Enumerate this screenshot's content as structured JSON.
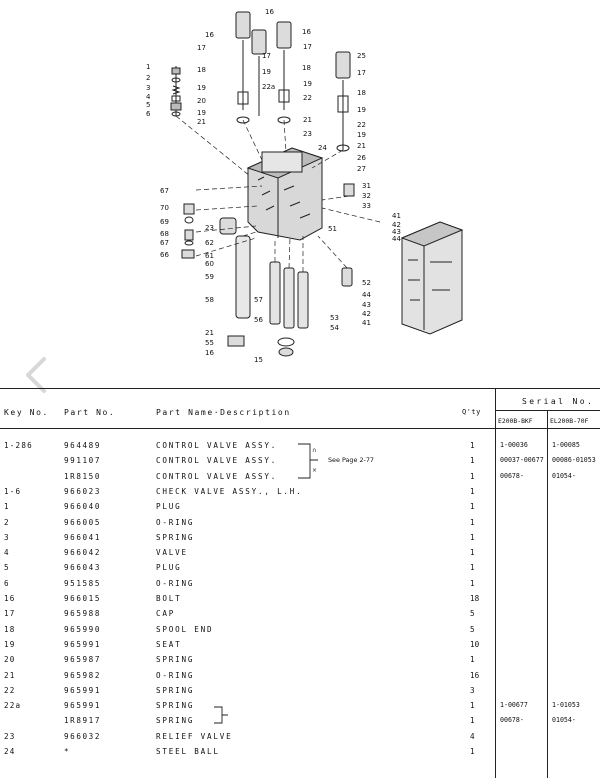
{
  "diagram": {
    "callouts": [
      "16",
      "16",
      "16",
      "17",
      "17",
      "17",
      "18",
      "18",
      "19",
      "19",
      "19",
      "19",
      "20",
      "21",
      "21",
      "22a",
      "22",
      "23",
      "24",
      "25",
      "17",
      "18",
      "19",
      "22",
      "19",
      "21",
      "26",
      "27",
      "1",
      "2",
      "3",
      "4",
      "5",
      "6",
      "31",
      "32",
      "33",
      "41",
      "42",
      "43",
      "44",
      "67",
      "70",
      "69",
      "68",
      "67",
      "66",
      "23",
      "62",
      "61",
      "60",
      "59",
      "58",
      "51",
      "52",
      "44",
      "43",
      "42",
      "41",
      "57",
      "53",
      "54",
      "56",
      "21",
      "55",
      "16",
      "15"
    ]
  },
  "nav": {
    "icon": "chevron-left-icon"
  },
  "table": {
    "headers": {
      "key_no": "Key No.",
      "part_no": "Part No.",
      "description": "Part Name·Description",
      "qty": "Q'ty",
      "serial_no": "Serial No.",
      "serial_col1": "E200B-BKF",
      "serial_col2": "EL200B-70F"
    },
    "see_page_note": "See Page 2-77",
    "rows": [
      {
        "key": "1-286",
        "part": "964489",
        "desc": "CONTROL VALVE ASSY.",
        "qty": "1",
        "s1": "1-00036",
        "s2": "1-00085"
      },
      {
        "key": "",
        "part": "991107",
        "desc": "CONTROL VALVE ASSY.",
        "qty": "1",
        "s1": "00037-00677",
        "s2": "00086-01053"
      },
      {
        "key": "",
        "part": "1R8150",
        "desc": "CONTROL VALVE ASSY.",
        "qty": "1",
        "s1": "00678-",
        "s2": "01054-"
      },
      {
        "key": "1-6",
        "part": "966023",
        "desc": "CHECK VALVE ASSY., L.H.",
        "qty": "1",
        "s1": "",
        "s2": ""
      },
      {
        "key": "1",
        "part": "966040",
        "desc": "PLUG",
        "qty": "1",
        "s1": "",
        "s2": ""
      },
      {
        "key": "2",
        "part": "966005",
        "desc": "O-RING",
        "qty": "1",
        "s1": "",
        "s2": ""
      },
      {
        "key": "3",
        "part": "966041",
        "desc": "SPRING",
        "qty": "1",
        "s1": "",
        "s2": ""
      },
      {
        "key": "4",
        "part": "966042",
        "desc": "VALVE",
        "qty": "1",
        "s1": "",
        "s2": ""
      },
      {
        "key": "5",
        "part": "966043",
        "desc": "PLUG",
        "qty": "1",
        "s1": "",
        "s2": ""
      },
      {
        "key": "6",
        "part": "951585",
        "desc": "O-RING",
        "qty": "1",
        "s1": "",
        "s2": ""
      },
      {
        "key": "16",
        "part": "966015",
        "desc": "BOLT",
        "qty": "18",
        "s1": "",
        "s2": ""
      },
      {
        "key": "17",
        "part": "965988",
        "desc": "CAP",
        "qty": "5",
        "s1": "",
        "s2": ""
      },
      {
        "key": "18",
        "part": "965990",
        "desc": "SPOOL END",
        "qty": "5",
        "s1": "",
        "s2": ""
      },
      {
        "key": "19",
        "part": "965991",
        "desc": "SEAT",
        "qty": "10",
        "s1": "",
        "s2": ""
      },
      {
        "key": "20",
        "part": "965987",
        "desc": "SPRING",
        "qty": "1",
        "s1": "",
        "s2": ""
      },
      {
        "key": "21",
        "part": "965982",
        "desc": "O-RING",
        "qty": "16",
        "s1": "",
        "s2": ""
      },
      {
        "key": "22",
        "part": "965991",
        "desc": "SPRING",
        "qty": "3",
        "s1": "",
        "s2": ""
      },
      {
        "key": "22a",
        "part": "965991",
        "desc": "SPRING",
        "qty": "1",
        "s1": "1-00677",
        "s2": "1-01053"
      },
      {
        "key": "",
        "part": "1R8917",
        "desc": "SPRING",
        "qty": "1",
        "s1": "00678-",
        "s2": "01054-"
      },
      {
        "key": "23",
        "part": "966032",
        "desc": "RELIEF VALVE",
        "qty": "4",
        "s1": "",
        "s2": ""
      },
      {
        "key": "24",
        "part": "*",
        "desc": "STEEL BALL",
        "qty": "1",
        "s1": "",
        "s2": ""
      }
    ]
  }
}
